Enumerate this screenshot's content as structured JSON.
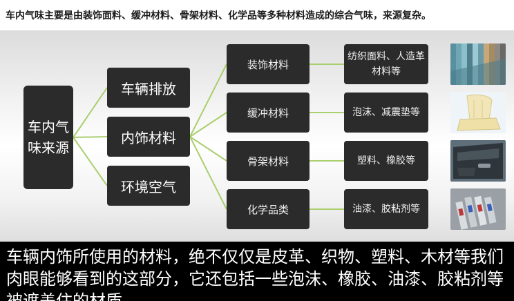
{
  "header": {
    "text": "车内气味主要是由装饰面料、缓冲材料、骨架材料、化学品等多种材料造成的综合气味，来源复杂。"
  },
  "diagram": {
    "root": "车内气味来源",
    "level1": [
      "车辆排放",
      "内饰材料",
      "环境空气"
    ],
    "level2": [
      "装饰材料",
      "缓冲材料",
      "骨架材料",
      "化学品类"
    ],
    "level3": [
      "纺织面料、人造革材料等",
      "泡沫、减震垫等",
      "塑料、橡胶等",
      "油漆、胶粘剂等"
    ],
    "line_color": "#a9cf6d",
    "box_color": "#2b2b2b",
    "thumbnails": [
      "fabric-swatches-image",
      "foam-seat-cushion-image",
      "car-door-panel-image",
      "adhesive-tubes-image"
    ]
  },
  "caption": {
    "text": "车辆内饰所使用的材料，绝不仅仅是皮革、织物、塑料、木材等我们肉眼能够看到的这部分，它还包括一些泡沫、橡胶、油漆、胶粘剂等被遮盖住的材质。"
  }
}
